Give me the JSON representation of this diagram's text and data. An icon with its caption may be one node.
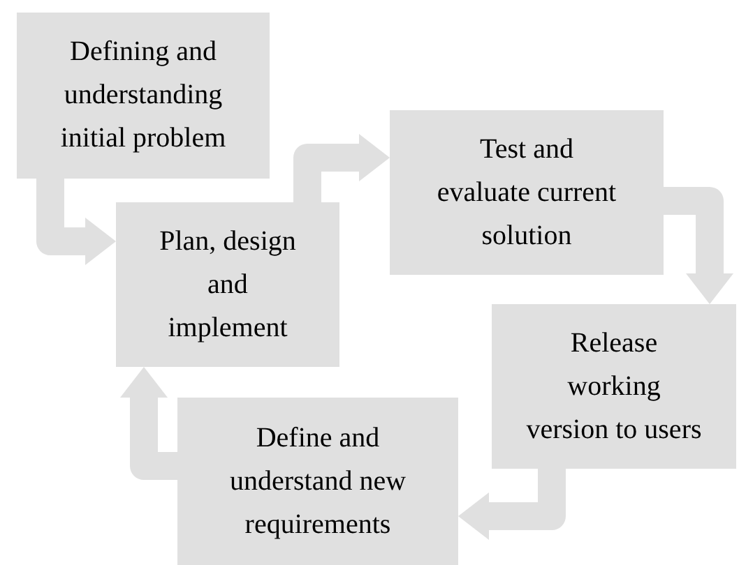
{
  "diagram": {
    "nodes": [
      {
        "text": [
          "Defining and understanding initial problem"
        ]
      },
      {
        "text": [
          "Plan, design and implement"
        ]
      },
      {
        "text": [
          "Test and evaluate current solution"
        ]
      },
      {
        "text": [
          "Release working version to users"
        ]
      },
      {
        "text": [
          "Define and understand new requirements"
        ]
      }
    ],
    "edges": [
      {
        "from": 0,
        "to": 1,
        "arrow": "to"
      },
      {
        "from": 1,
        "to": 2,
        "arrow": "to"
      },
      {
        "from": 2,
        "to": 3,
        "arrow": "to"
      },
      {
        "from": 3,
        "to": 4,
        "arrow": "to"
      },
      {
        "from": 4,
        "to": 1,
        "arrow": "to"
      }
    ]
  }
}
